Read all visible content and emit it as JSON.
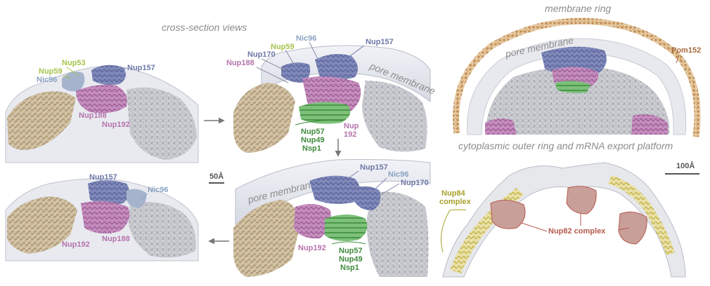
{
  "titles": {
    "cross_section": "cross-section views",
    "membrane_ring": "membrane ring",
    "cytoplasmic": "cytoplasmic outer ring and mRNA export platform"
  },
  "scale_bars": {
    "small": "50Å",
    "large": "100Å"
  },
  "panel_tl": {
    "nup53": "Nup53",
    "nup59": "Nup59",
    "nic96": "Nic96",
    "nup157": "Nup157",
    "nup188": "Nup188",
    "nup192": "Nup192"
  },
  "panel_tm": {
    "nic96": "Nic96",
    "nup59": "Nup59",
    "nup170": "Nup170",
    "nup157": "Nup157",
    "nup188": "Nup188",
    "pore_membrane": "pore membrane",
    "nup57": "Nup57",
    "nup49": "Nup49",
    "nsp1": "Nsp1",
    "nup192_a": "Nup",
    "nup192_b": "192"
  },
  "panel_bl": {
    "nup157": "Nup157",
    "nic96": "Nic96",
    "nup192": "Nup192",
    "nup188": "Nup188"
  },
  "panel_bm": {
    "pore_membrane": "pore membrane",
    "nup157": "Nup157",
    "nic96": "Nic96",
    "nup170": "Nup170",
    "nup192": "Nup192",
    "nup57": "Nup57",
    "nup49": "Nup49",
    "nsp1": "Nsp1"
  },
  "panel_tr": {
    "pore_membrane": "pore membrane",
    "pom152": "Pom152"
  },
  "panel_br": {
    "nup84_a": "Nup84",
    "nup84_b": "complex",
    "nup82": "Nup82 complex"
  },
  "colors": {
    "blue_nup": "#7884b8",
    "lightblue_nic": "#8aa2c0",
    "pink": "#b574ab",
    "green_lime": "#a6c24a",
    "green_dark": "#3f8a3c",
    "brown": "#a56b3c",
    "olive": "#a8a02a",
    "red_nup82": "#b55a4a",
    "grey_text": "#8c8c8c"
  }
}
